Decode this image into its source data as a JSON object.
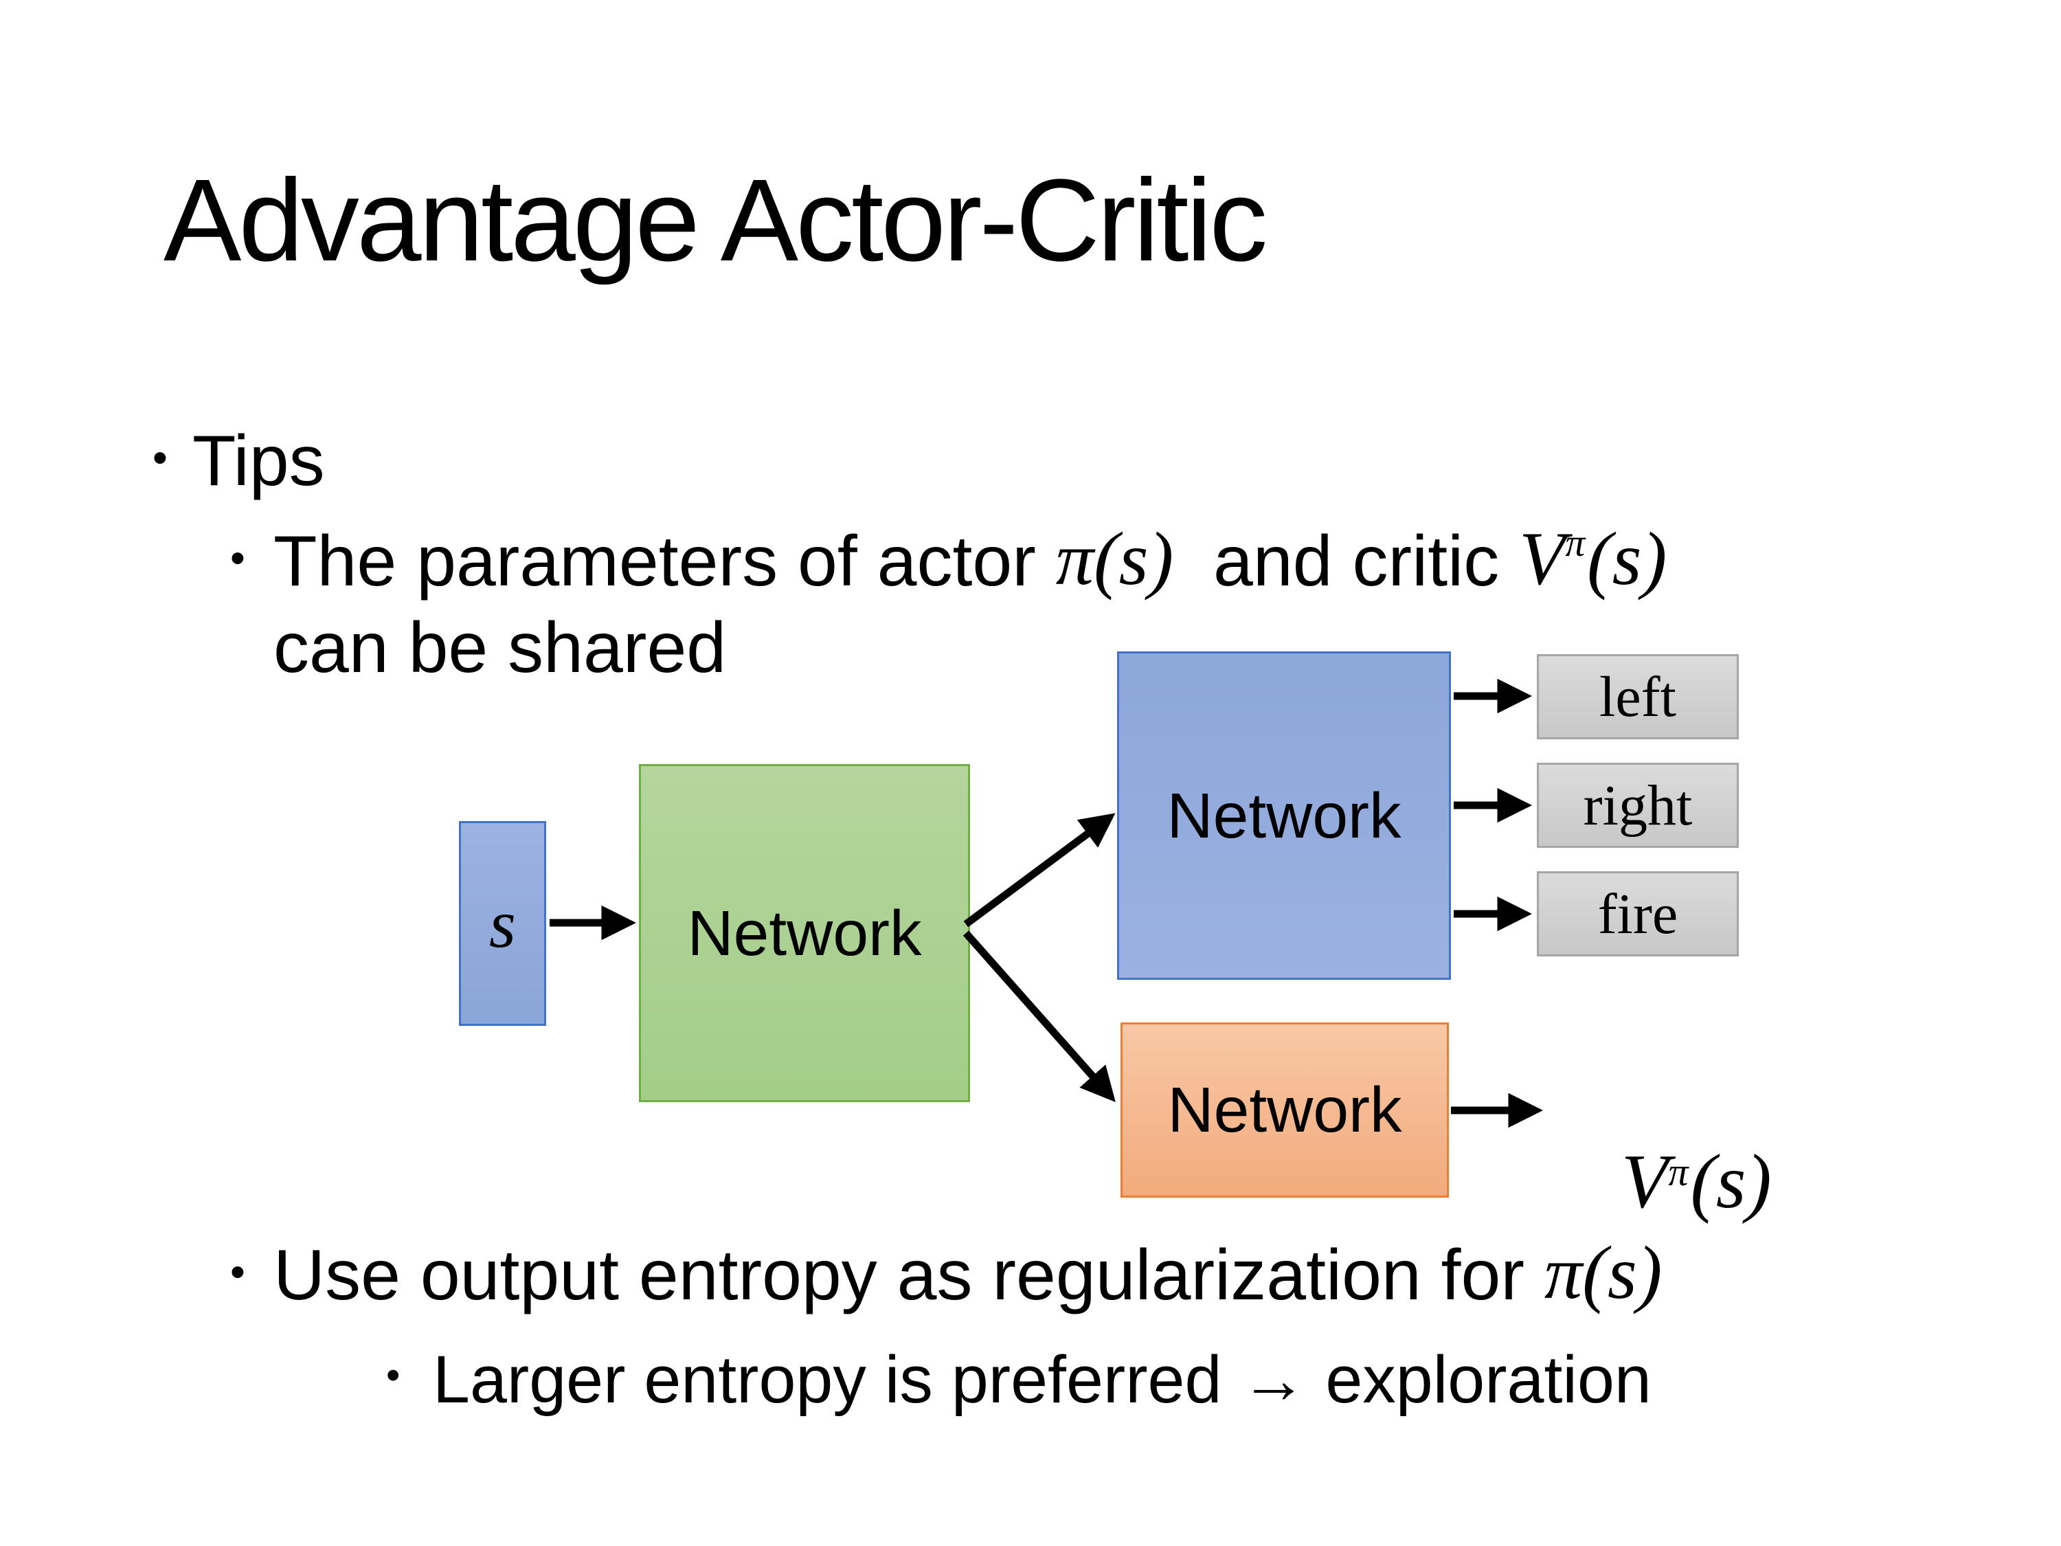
{
  "slide": {
    "title": "Advantage Actor-Critic",
    "bullet_char": "•",
    "tips_label": "Tips",
    "b2": {
      "run1": "The parameters of actor ",
      "math1": "π(s)",
      "run2": "  and critic ",
      "value_base": "V",
      "value_sup": "π",
      "value_arg": "(s)",
      "line2": "can be shared"
    },
    "b3": {
      "run1": "Use output entropy as regularization for ",
      "math1": "π(s)"
    },
    "b4": "Larger entropy is preferred → exploration"
  },
  "diagram": {
    "state_label": "s",
    "shared_network_label": "Network",
    "actor_network_label": "Network",
    "critic_network_label": "Network",
    "actions": [
      "left",
      "right",
      "fire"
    ],
    "value": {
      "base": "V",
      "sup": "π",
      "arg": "(s)"
    },
    "colors": {
      "state_fill": "#92ABDB",
      "state_border": "#4472C4",
      "shared_fill": "#A9D18E",
      "shared_border": "#70AD47",
      "actor_fill": "#8FAADC",
      "actor_border": "#4472C4",
      "critic_fill": "#F4B183",
      "critic_border": "#ED7D31",
      "action_fill": "#D2D2D2",
      "action_border": "#A6A6A6",
      "arrow": "#000000",
      "text": "#000000",
      "background": "#FFFFFF"
    }
  }
}
